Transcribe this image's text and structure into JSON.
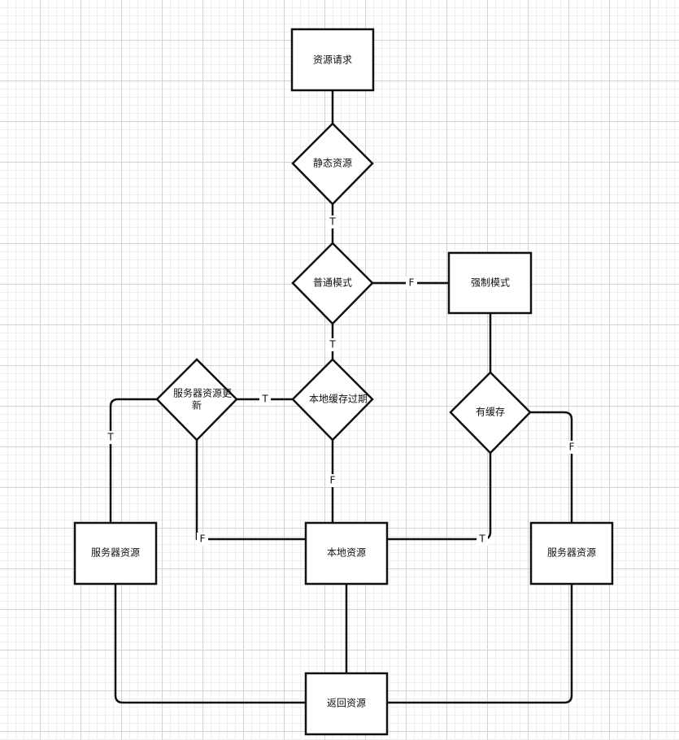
{
  "nodes": {
    "resource_request": "资源请求",
    "static_resource": "静态资源",
    "normal_mode": "普通模式",
    "force_mode": "强制模式",
    "local_cache_expired": "本地缓存过期",
    "server_resource_updated_line1": "服务器资源更",
    "server_resource_updated_line2": "新",
    "has_cache": "有缓存",
    "server_resource_left": "服务器资源",
    "local_resource": "本地资源",
    "server_resource_right": "服务器资源",
    "return_resource": "返回资源"
  },
  "edge_labels": {
    "static_to_normal": "T",
    "normal_to_force": "F",
    "normal_to_expired": "T",
    "expired_to_update": "T",
    "expired_to_local": "F",
    "update_to_server": "T",
    "update_to_local": "F",
    "hascache_to_server": "F",
    "hascache_to_local": "T"
  },
  "colors": {
    "stroke": "#111111",
    "fill": "#ffffff",
    "grid_major": "#d4d4d4",
    "grid_minor": "#eeeeee"
  }
}
